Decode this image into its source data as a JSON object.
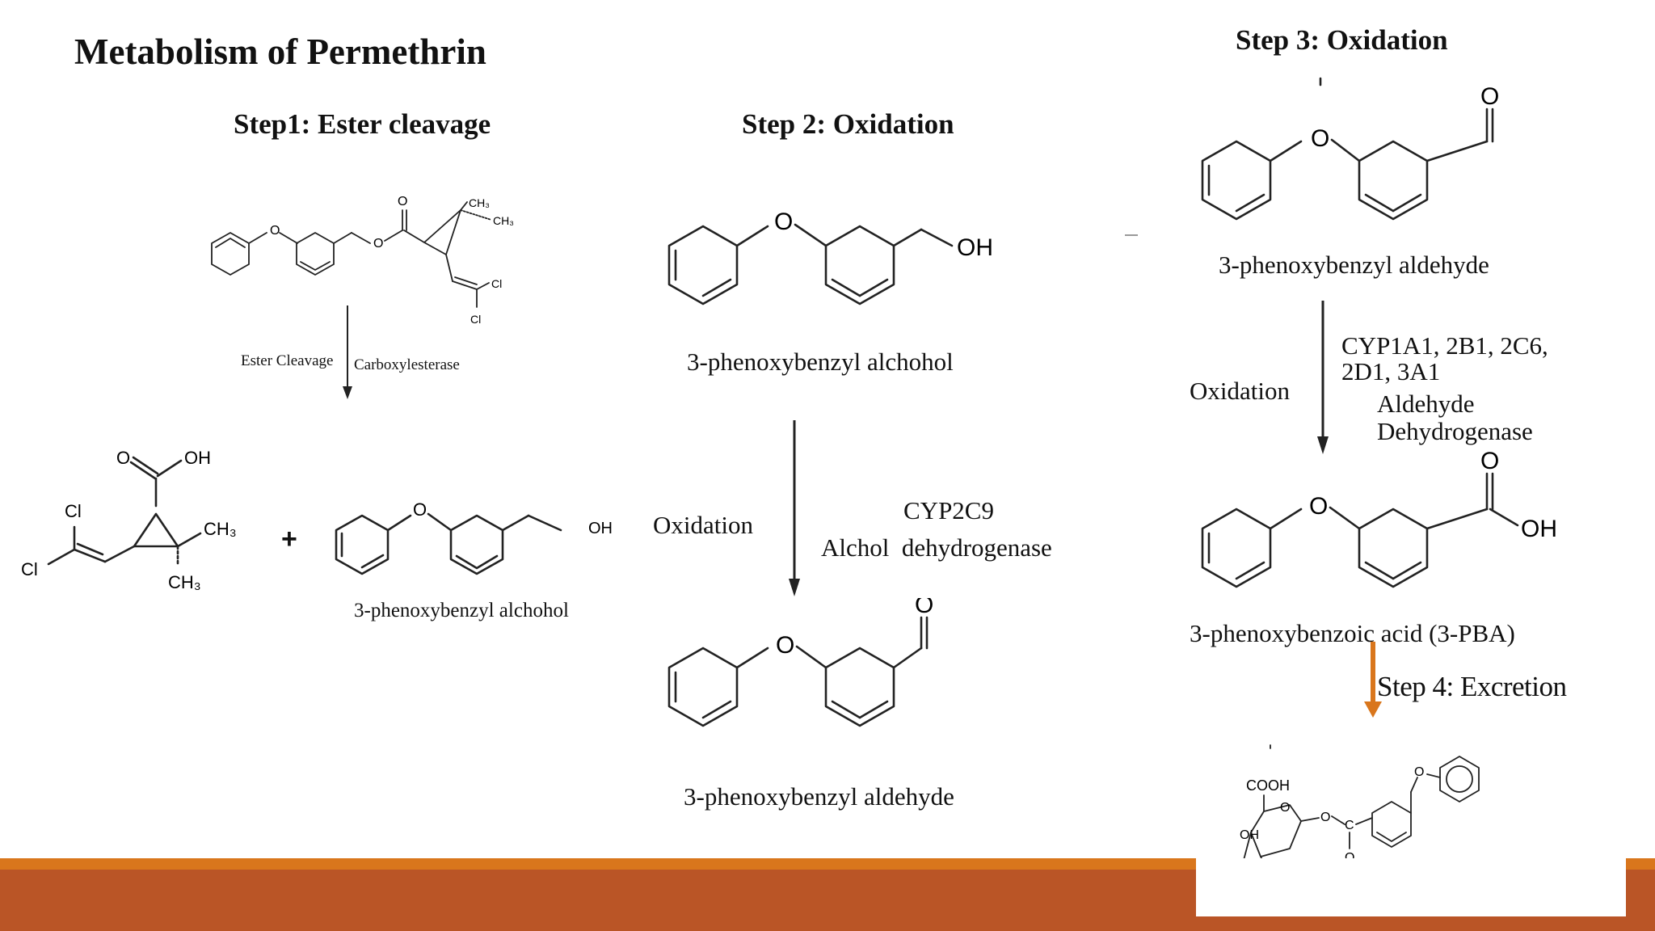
{
  "slide": {
    "title": "Metabolism of Permethrin",
    "colors": {
      "footer_orange": "#D9761C",
      "footer_brown": "#BA5526",
      "excretion_arrow": "#D9761C"
    }
  },
  "step1": {
    "heading": "Step1: Ester cleavage",
    "arrow_left_label": "Ester Cleavage",
    "arrow_right_label": "Carboxylesterase",
    "plus": "+",
    "product_label": "3-phenoxybenzyl alchohol"
  },
  "step2": {
    "heading": "Step 2: Oxidation",
    "substrate_label": "3-phenoxybenzyl alchohol",
    "arrow_left_label": "Oxidation",
    "enzyme_line1": "CYP2C9",
    "enzyme_line2": "Alchol  dehydrogenase",
    "product_label": "3-phenoxybenzyl aldehyde"
  },
  "step3": {
    "heading": "Step 3: Oxidation",
    "substrate_label": "3-phenoxybenzyl aldehyde",
    "arrow_left_label": "Oxidation",
    "enzyme_line1": "CYP1A1, 2B1, 2C6,",
    "enzyme_line2": "2D1, 3A1",
    "enzyme_line3": "Aldehyde",
    "enzyme_line4": "Dehydrogenase",
    "product_label": "3-phenoxybenzoic acid (3-PBA)"
  },
  "step4": {
    "heading": "Step 4: Excretion"
  },
  "atoms": {
    "O": "O",
    "OH": "OH",
    "Cl": "Cl",
    "CH3": "CH₃",
    "COOH": "COOH",
    "HO": "HO",
    "C": "C"
  }
}
